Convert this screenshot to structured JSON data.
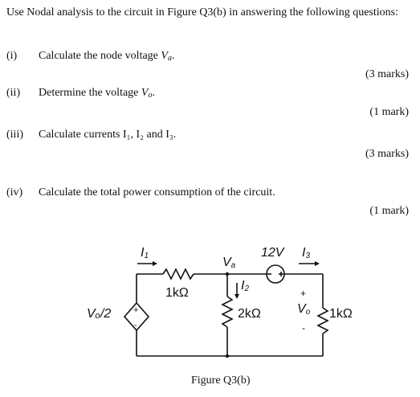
{
  "intro": "Use Nodal analysis to the circuit in Figure Q3(b) in answering the following questions:",
  "questions": [
    {
      "num": "(i)",
      "text_pre": "Calculate the node voltage ",
      "var": "V",
      "var_sub": "a",
      "text_post": ".",
      "marks": "(3 marks)"
    },
    {
      "num": "(ii)",
      "text_pre": "Determine the voltage ",
      "var": "V",
      "var_sub": "o",
      "text_post": ".",
      "marks": "(1 mark)"
    },
    {
      "num": "(iii)",
      "text": "Calculate currents I₁, I₂ and I₃.",
      "marks": "(3 marks)"
    },
    {
      "num": "(iv)",
      "text": "Calculate the total power consumption of the circuit.",
      "marks": "(1 mark)"
    }
  ],
  "circuit": {
    "i1_label": "I",
    "i1_sub": "1",
    "va_label": "V",
    "va_sub": "a",
    "i2_label": "I",
    "i2_sub": "2",
    "src_voltage": "12V",
    "i3_label": "I",
    "i3_sub": "3",
    "r1": "1kΩ",
    "r2": "2kΩ",
    "r3": "1kΩ",
    "dep_source": "Vₒ/2",
    "vo_label": "V",
    "vo_sub": "o",
    "plus": "+",
    "minus": "-"
  },
  "caption": "Figure Q3(b)"
}
